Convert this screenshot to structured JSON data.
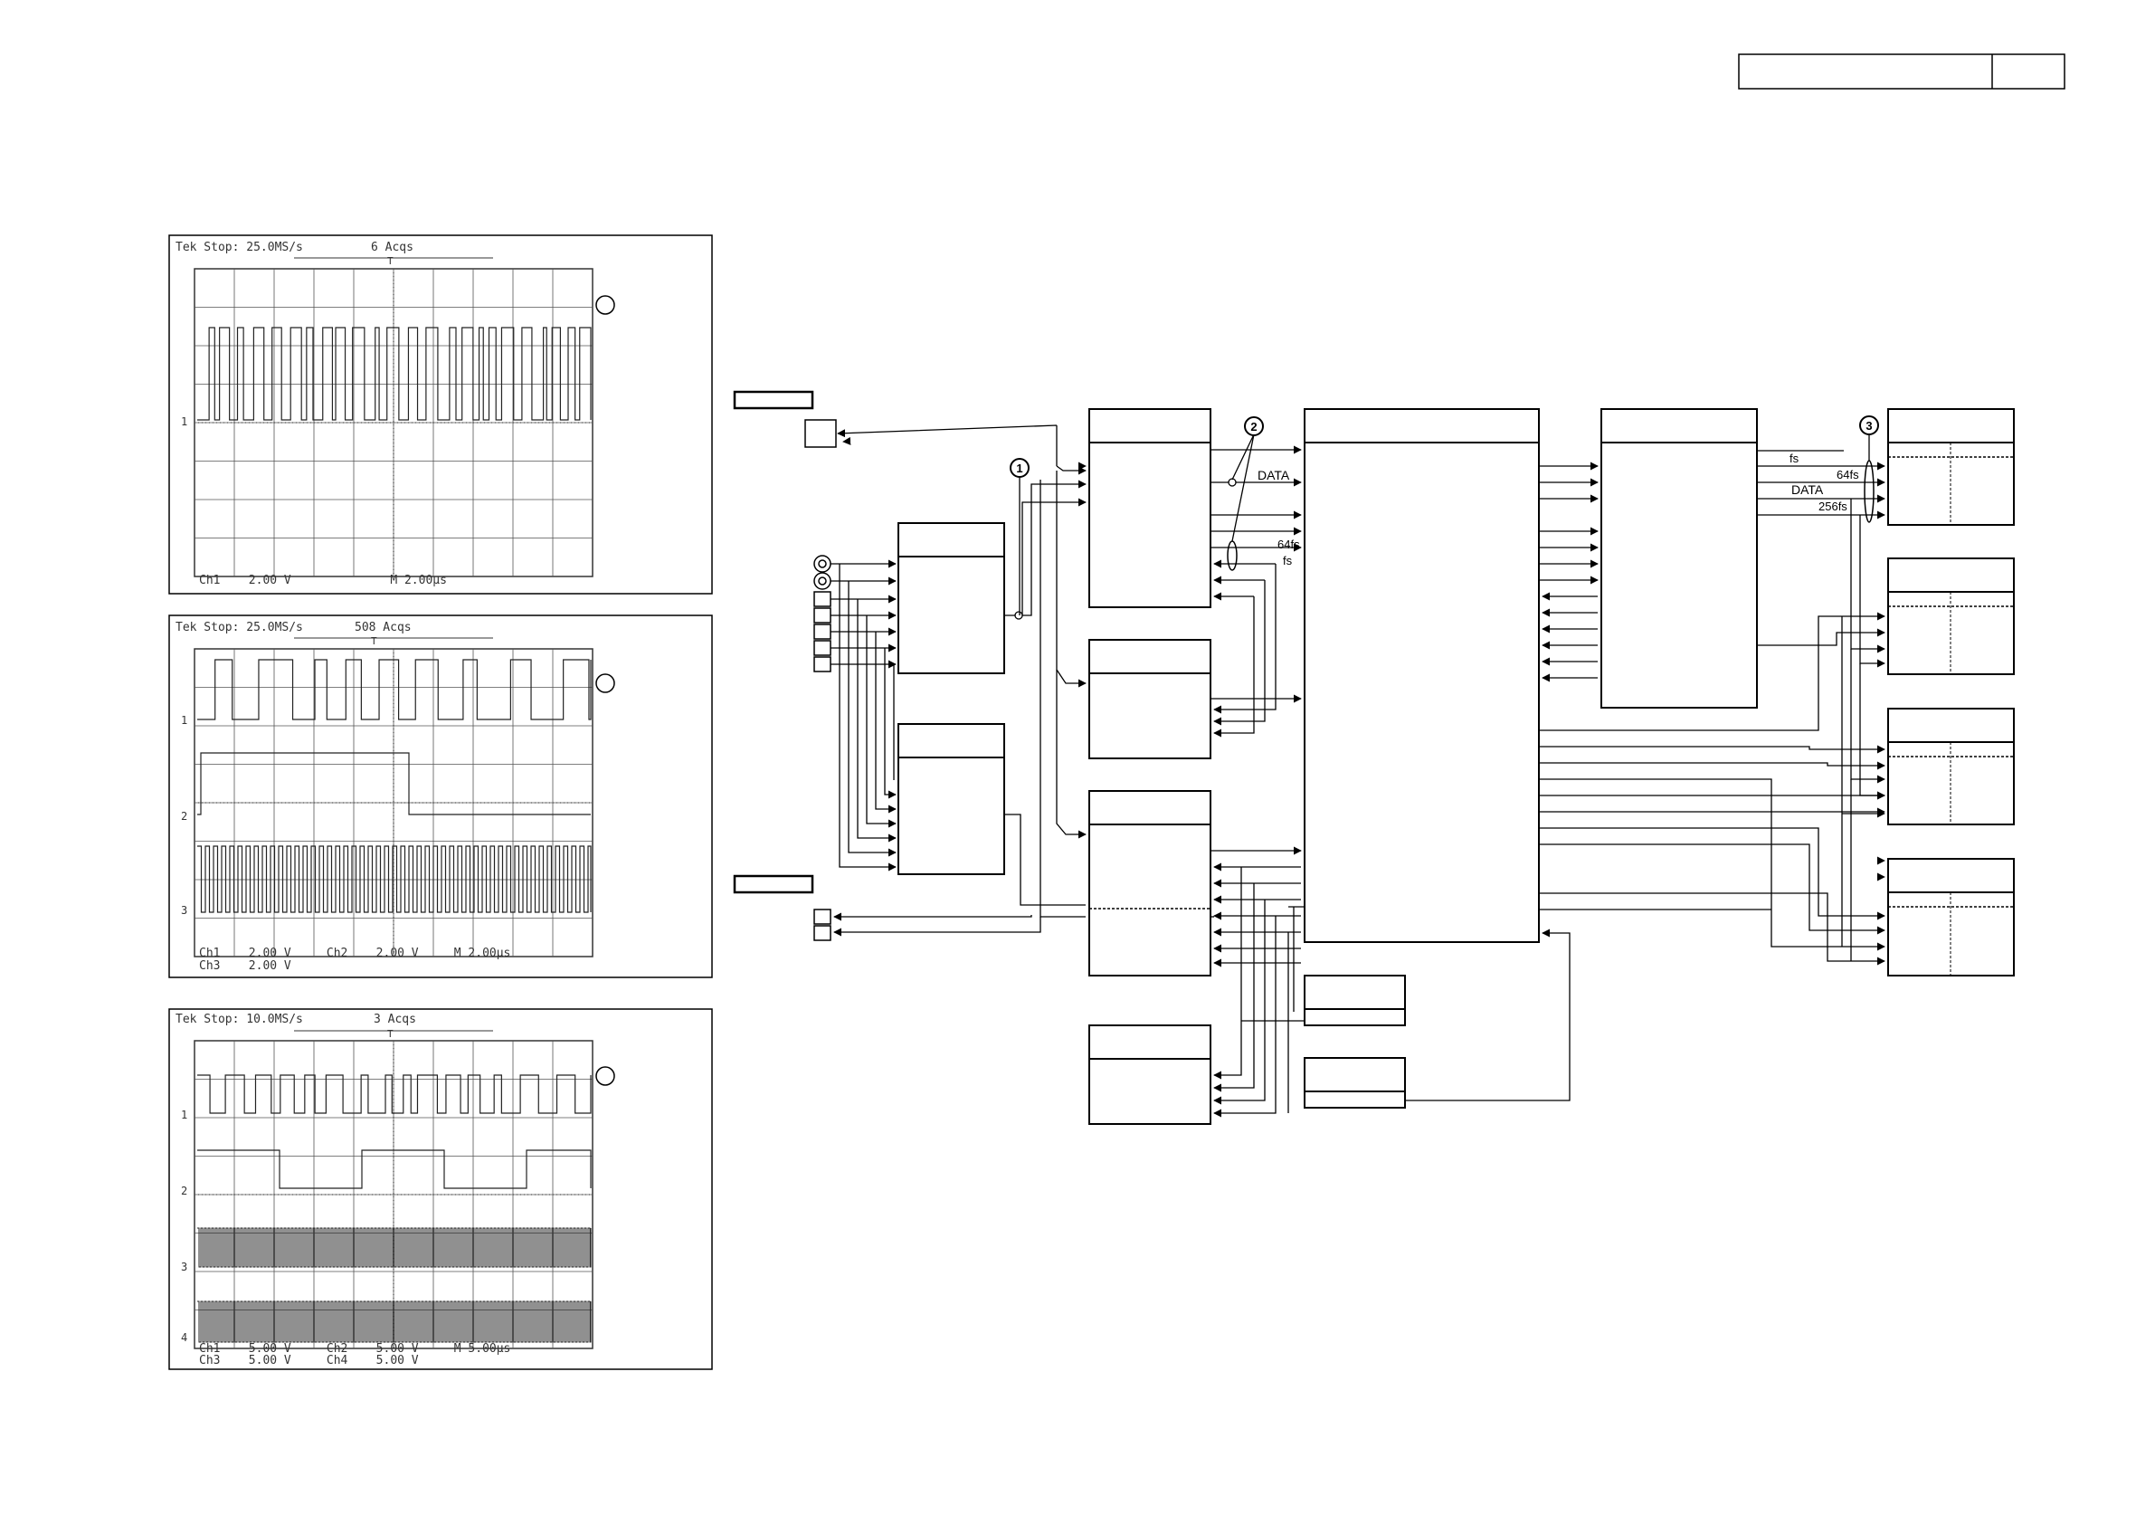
{
  "scopes": [
    {
      "header": "Tek Stop: 25.0MS/s",
      "acqs": "6 Acqs",
      "trig": "T",
      "markers": [
        "1"
      ],
      "footer_lines": [
        "Ch1    2.00 V              M 2.00µs"
      ]
    },
    {
      "header": "Tek Stop: 25.0MS/s",
      "acqs": "508 Acqs",
      "trig": "T",
      "markers": [
        "1",
        "2",
        "3"
      ],
      "footer_lines": [
        "Ch1    2.00 V     Ch2    2.00 V     M 2.00µs",
        "Ch3    2.00 V"
      ]
    },
    {
      "header": "Tek Stop: 10.0MS/s",
      "acqs": "3 Acqs",
      "trig": "T",
      "markers": [
        "1",
        "2",
        "3",
        "4"
      ],
      "footer_lines": [
        "Ch1    5.00 V     Ch2    5.00 V     M 5.00µs",
        "Ch3    5.00 V     Ch4    5.00 V"
      ]
    }
  ],
  "test_points": [
    "1",
    "2",
    "3"
  ],
  "signals": {
    "data": "DATA",
    "f64": "64fs",
    "fs": "fs",
    "f256": "256fs"
  }
}
